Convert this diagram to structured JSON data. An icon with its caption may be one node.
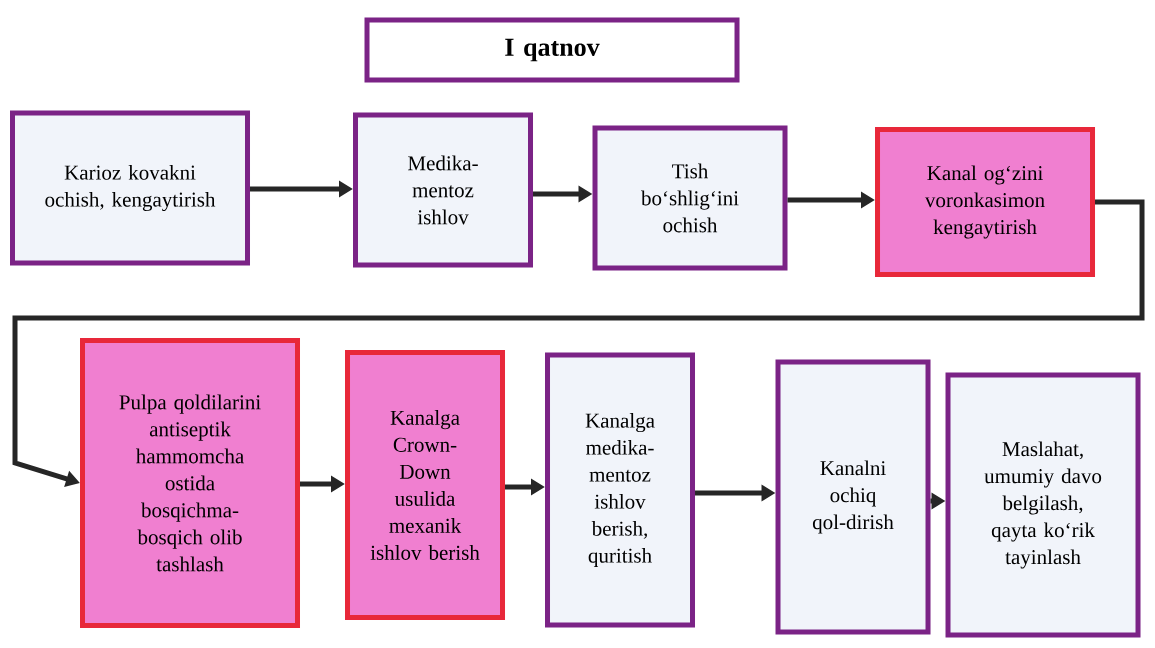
{
  "diagram": {
    "nodes": [
      {
        "text": [
          "I qatnov"
        ]
      },
      {
        "text": [
          "Karioz kovakni ochish, kengaytirish"
        ]
      },
      {
        "text": [
          "Medika-mentoz ishlov"
        ]
      },
      {
        "text": [
          "Tish bo‘shlig‘ini ochish"
        ]
      },
      {
        "text": [
          "Kanal og‘zini voronkasimon kengaytirish"
        ]
      },
      {
        "text": [
          "Pulpa qoldilarini antiseptik hammomcha ostida bosqichma-bosqich olib tashlash"
        ]
      },
      {
        "text": [
          "Kanalga Crown-Down usulida mexanik ishlov berish"
        ]
      },
      {
        "text": [
          "Kanalga medika-mentoz ishlov berish, quritish"
        ]
      },
      {
        "text": [
          "Kanalni ochiq qol-dirish"
        ]
      },
      {
        "text": [
          "Maslahat, umumiy davo belgilash, qayta ko‘rik tayinlash"
        ]
      }
    ],
    "edges": [
      {
        "from": 1,
        "to": 2,
        "arrow": "to"
      },
      {
        "from": 2,
        "to": 3,
        "arrow": "to"
      },
      {
        "from": 3,
        "to": 4,
        "arrow": "to"
      },
      {
        "from": 4,
        "to": 5,
        "arrow": "to"
      },
      {
        "from": 5,
        "to": 6,
        "arrow": "to"
      },
      {
        "from": 6,
        "to": 7,
        "arrow": "to"
      },
      {
        "from": 7,
        "to": 8,
        "arrow": "to"
      },
      {
        "from": 8,
        "to": 9,
        "arrow": "to"
      }
    ]
  }
}
